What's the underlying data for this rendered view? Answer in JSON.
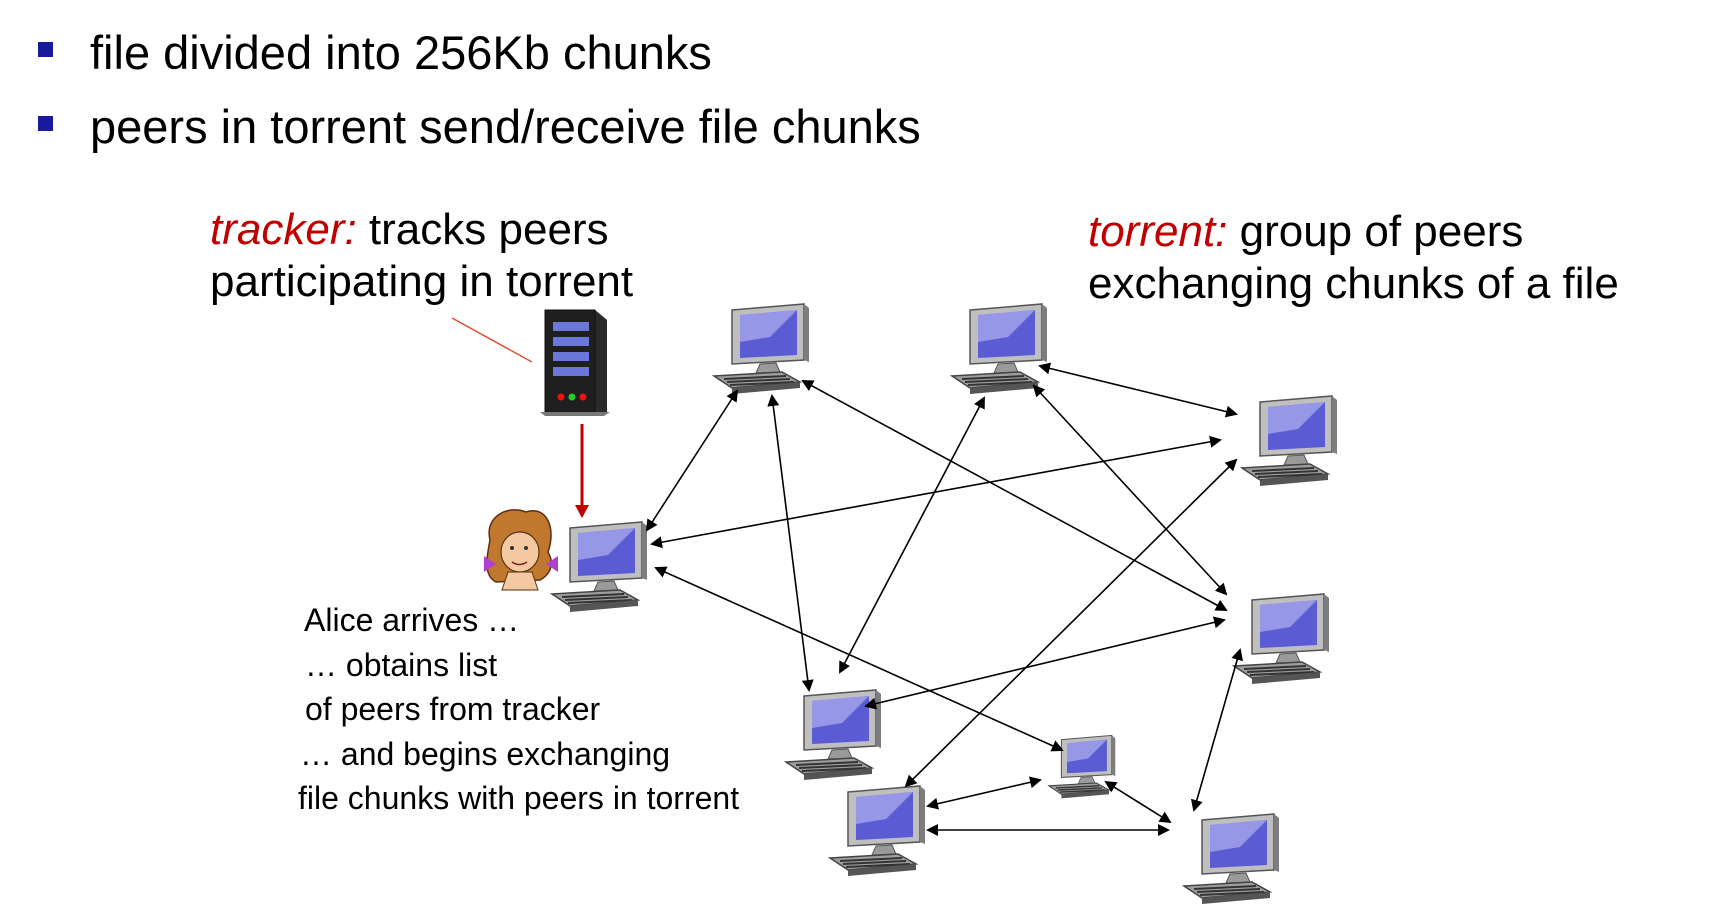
{
  "bullets": [
    "file divided into 256Kb chunks",
    "peers in torrent send/receive file chunks"
  ],
  "tracker": {
    "term": "tracker:",
    "rest": " tracks peers",
    "line2": "participating in torrent"
  },
  "torrent": {
    "term": "torrent:",
    "rest": " group of peers",
    "line2": "exchanging  chunks of a file"
  },
  "alice": [
    "Alice arrives  …",
    "… obtains list",
    "of peers from tracker",
    "… and begins exchanging",
    "file chunks with peers in torrent"
  ],
  "colors": {
    "bullet": "#1a1a9c",
    "term": "#c00000",
    "tracker_arrow": "#c00000",
    "screen": "#5a5ad0",
    "chassis": "#8c8c8c"
  },
  "icons": [
    "server-icon",
    "alice-icon",
    "computer-icon"
  ]
}
